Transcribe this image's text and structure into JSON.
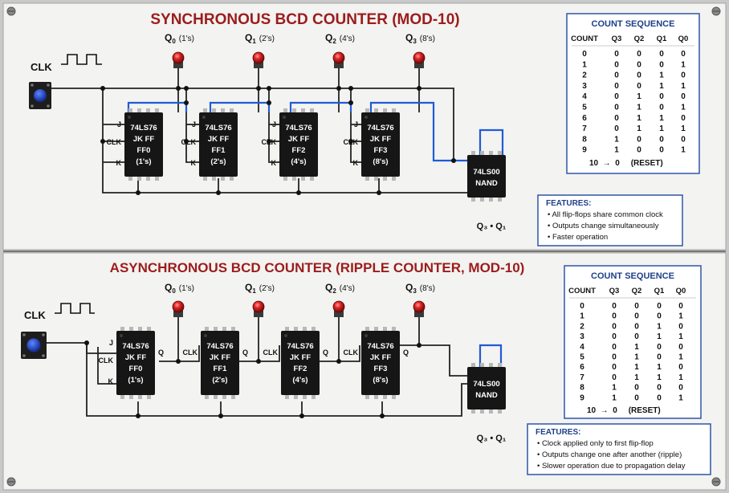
{
  "sync": {
    "title": "SYNCHRONOUS BCD COUNTER (MOD-10)",
    "clk_label": "CLK",
    "outputs": [
      {
        "q": "Q",
        "sub": "0",
        "note": "(1's)"
      },
      {
        "q": "Q",
        "sub": "1",
        "note": "(2's)"
      },
      {
        "q": "Q",
        "sub": "2",
        "note": "(4's)"
      },
      {
        "q": "Q",
        "sub": "3",
        "note": "(8's)"
      }
    ],
    "pins": {
      "j": "J",
      "clk": "CLK",
      "k": "K"
    },
    "chips": [
      {
        "line1": "74LS76",
        "line2": "JK FF",
        "line3": "FF0",
        "line4": "(1's)"
      },
      {
        "line1": "74LS76",
        "line2": "JK FF",
        "line3": "FF1",
        "line4": "(2's)"
      },
      {
        "line1": "74LS76",
        "line2": "JK FF",
        "line3": "FF2",
        "line4": "(4's)"
      },
      {
        "line1": "74LS76",
        "line2": "JK FF",
        "line3": "FF3",
        "line4": "(8's)"
      }
    ],
    "nand": {
      "line1": "74LS00",
      "line2": "NAND",
      "inputs": "Q₃ • Q₁"
    },
    "table": {
      "title": "COUNT SEQUENCE",
      "headers": [
        "COUNT",
        "Q3",
        "Q2",
        "Q1",
        "Q0"
      ],
      "rows": [
        [
          "0",
          "0",
          "0",
          "0",
          "0"
        ],
        [
          "1",
          "0",
          "0",
          "0",
          "1"
        ],
        [
          "2",
          "0",
          "0",
          "1",
          "0"
        ],
        [
          "3",
          "0",
          "0",
          "1",
          "1"
        ],
        [
          "4",
          "0",
          "1",
          "0",
          "0"
        ],
        [
          "5",
          "0",
          "1",
          "0",
          "1"
        ],
        [
          "6",
          "0",
          "1",
          "1",
          "0"
        ],
        [
          "7",
          "0",
          "1",
          "1",
          "1"
        ],
        [
          "8",
          "1",
          "0",
          "0",
          "0"
        ],
        [
          "9",
          "1",
          "0",
          "0",
          "1"
        ]
      ],
      "reset_row": "10  →  0     (RESET)"
    },
    "features": {
      "title": "FEATURES:",
      "items": [
        "• All flip-flops share common clock",
        "• Outputs change simultaneously",
        "• Faster operation"
      ]
    }
  },
  "async": {
    "title": "ASYNCHRONOUS BCD COUNTER (RIPPLE COUNTER, MOD-10)",
    "clk_label": "CLK",
    "outputs": [
      {
        "q": "Q",
        "sub": "0",
        "note": "(1's)"
      },
      {
        "q": "Q",
        "sub": "1",
        "note": "(2's)"
      },
      {
        "q": "Q",
        "sub": "2",
        "note": "(4's)"
      },
      {
        "q": "Q",
        "sub": "3",
        "note": "(8's)"
      }
    ],
    "pins": {
      "j": "J",
      "clk": "CLK",
      "k": "K",
      "q": "Q"
    },
    "chips": [
      {
        "line1": "74LS76",
        "line2": "JK FF",
        "line3": "FF0",
        "line4": "(1's)"
      },
      {
        "line1": "74LS76",
        "line2": "JK FF",
        "line3": "FF1",
        "line4": "(2's)"
      },
      {
        "line1": "74LS76",
        "line2": "JK FF",
        "line3": "FF2",
        "line4": "(4's)"
      },
      {
        "line1": "74LS76",
        "line2": "JK FF",
        "line3": "FF3",
        "line4": "(8's)"
      }
    ],
    "nand": {
      "line1": "74LS00",
      "line2": "NAND",
      "inputs": "Q₃ • Q₁"
    },
    "table": {
      "title": "COUNT SEQUENCE",
      "headers": [
        "COUNT",
        "Q3",
        "Q2",
        "Q1",
        "Q0"
      ],
      "rows": [
        [
          "0",
          "0",
          "0",
          "0",
          "0"
        ],
        [
          "1",
          "0",
          "0",
          "0",
          "1"
        ],
        [
          "2",
          "0",
          "0",
          "1",
          "0"
        ],
        [
          "3",
          "0",
          "0",
          "1",
          "1"
        ],
        [
          "4",
          "0",
          "1",
          "0",
          "0"
        ],
        [
          "5",
          "0",
          "1",
          "0",
          "1"
        ],
        [
          "6",
          "0",
          "1",
          "1",
          "0"
        ],
        [
          "7",
          "0",
          "1",
          "1",
          "1"
        ],
        [
          "8",
          "1",
          "0",
          "0",
          "0"
        ],
        [
          "9",
          "1",
          "0",
          "0",
          "1"
        ]
      ],
      "reset_row": "10  →  0     (RESET)"
    },
    "features": {
      "title": "FEATURES:",
      "items": [
        "• Clock applied only to first flip-flop",
        "• Outputs change one after another (ripple)",
        "• Slower operation due to propagation delay"
      ]
    }
  },
  "colors": {
    "title_red": "#9b1c1c",
    "accent_blue": "#1e3f8a",
    "wire_blue": "#1f5bd6",
    "led_red": "#d11f1f",
    "chip_black": "#161616",
    "button_blue": "#1f3fbf"
  }
}
